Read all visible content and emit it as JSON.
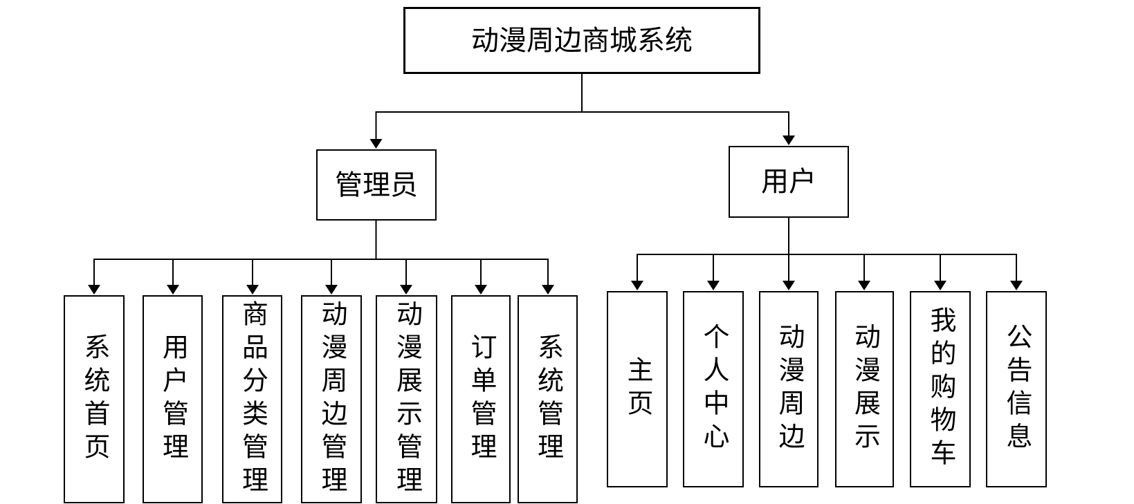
{
  "diagram": {
    "root": {
      "label": "动漫周边商城系统"
    },
    "branches": [
      {
        "label": "管理员",
        "children": [
          "系统首页",
          "用户管理",
          "商品分类管理",
          "动漫周边管理",
          "动漫展示管理",
          "订单管理",
          "系统管理"
        ]
      },
      {
        "label": "用户",
        "children": [
          "主页",
          "个人中心",
          "动漫周边",
          "动漫展示",
          "我的购物车",
          "公告信息"
        ]
      }
    ],
    "colors": {
      "background": "#ffffff",
      "box_border": "#000000",
      "line": "#000000",
      "text": "#000000"
    }
  }
}
